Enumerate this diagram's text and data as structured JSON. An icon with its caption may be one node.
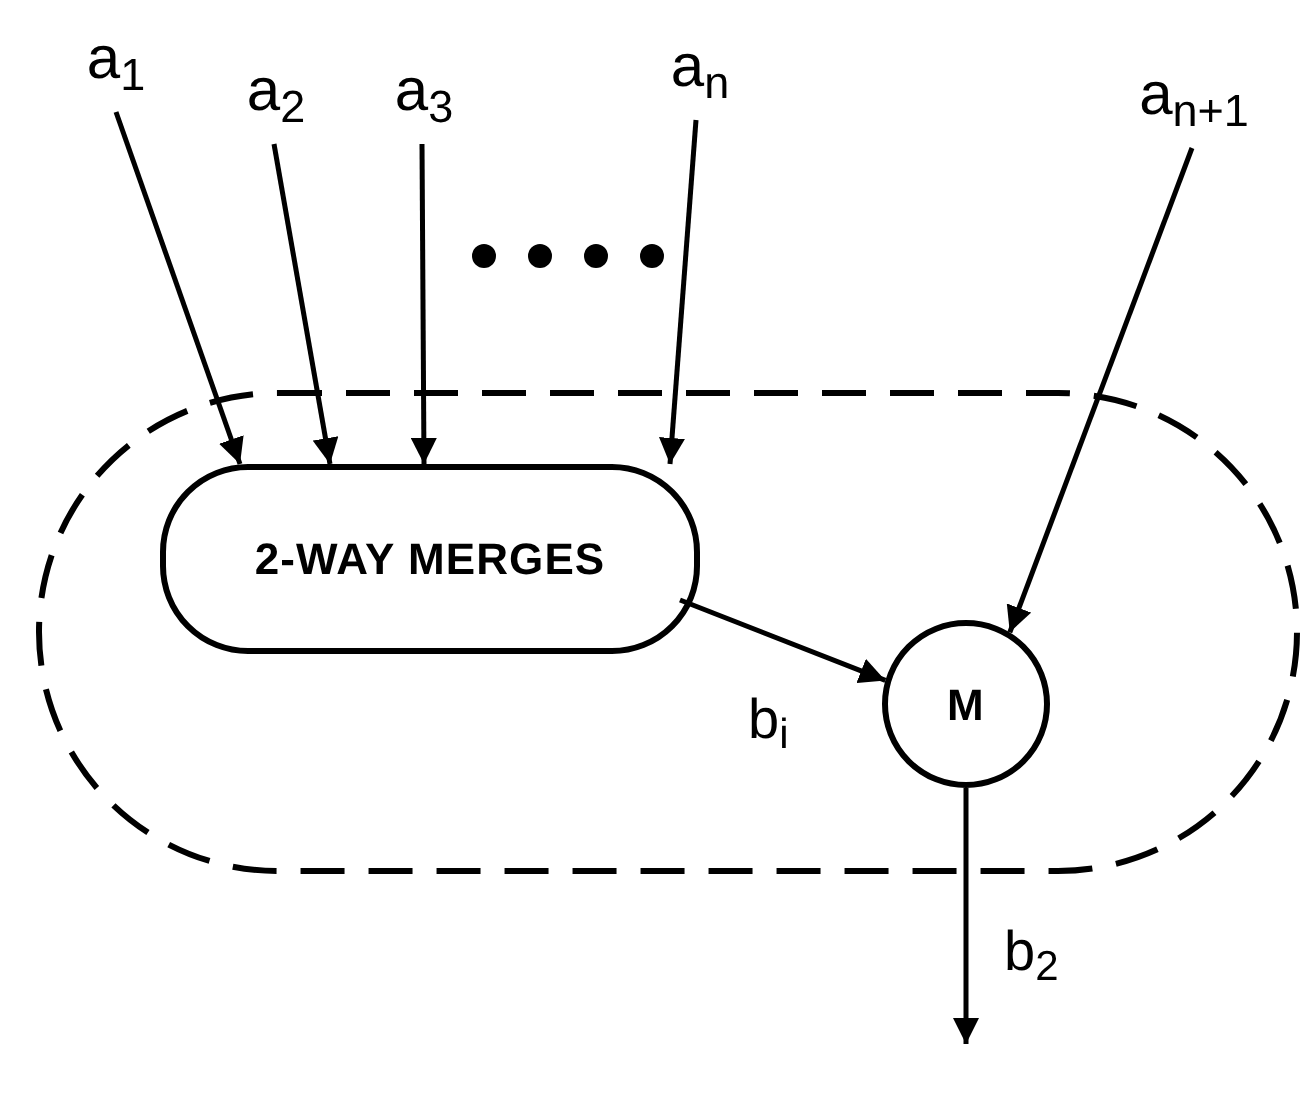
{
  "diagram": {
    "nodes": [
      {
        "text": [],
        "shape": "box"
      },
      {
        "text": [
          "2-WAY MERGES"
        ],
        "in": 0
      },
      {
        "text": [
          "M"
        ],
        "in": 0
      },
      {
        "text": [
          "a$_{1}$"
        ]
      },
      {
        "text": [
          "a$_{2}$"
        ]
      },
      {
        "text": [
          "a$_{3}$"
        ]
      },
      {
        "text": [
          "a$_{n}$"
        ]
      },
      {
        "text": [
          "a$_{n+1}$"
        ]
      }
    ],
    "edges": [
      {
        "from": 3,
        "to": 1,
        "arrow": "to"
      },
      {
        "from": 4,
        "to": 1,
        "arrow": "to"
      },
      {
        "from": 5,
        "to": 1,
        "arrow": "to"
      },
      {
        "from": 6,
        "to": 1,
        "arrow": "to"
      },
      {
        "from": 7,
        "to": 2,
        "arrow": "to"
      },
      {
        "from": 1,
        "to": 2,
        "arrow": "to",
        "label": "b$_{i}$"
      },
      {
        "from": 2,
        "to": null,
        "arrow": "to",
        "label": "b$_{2}$"
      }
    ]
  }
}
